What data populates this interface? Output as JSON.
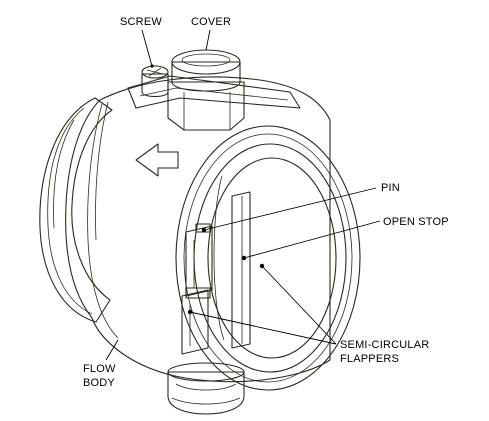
{
  "colors": {
    "body_fill": "#fdfbc3",
    "shade_fill": "#f0ecaa",
    "dark_fill": "#d9d394",
    "line": "#2a2a1a",
    "text": "#000000"
  },
  "labels": {
    "screw": "SCREW",
    "cover": "COVER",
    "pin": "PIN",
    "open_stop": "OPEN STOP",
    "semi_circular_line1": "SEMI-CIRCULAR",
    "semi_circular_line2": "FLAPPERS",
    "flow_line1": "FLOW",
    "flow_line2": "BODY"
  },
  "icons": {
    "arrow": "flow-direction-arrow-icon"
  }
}
